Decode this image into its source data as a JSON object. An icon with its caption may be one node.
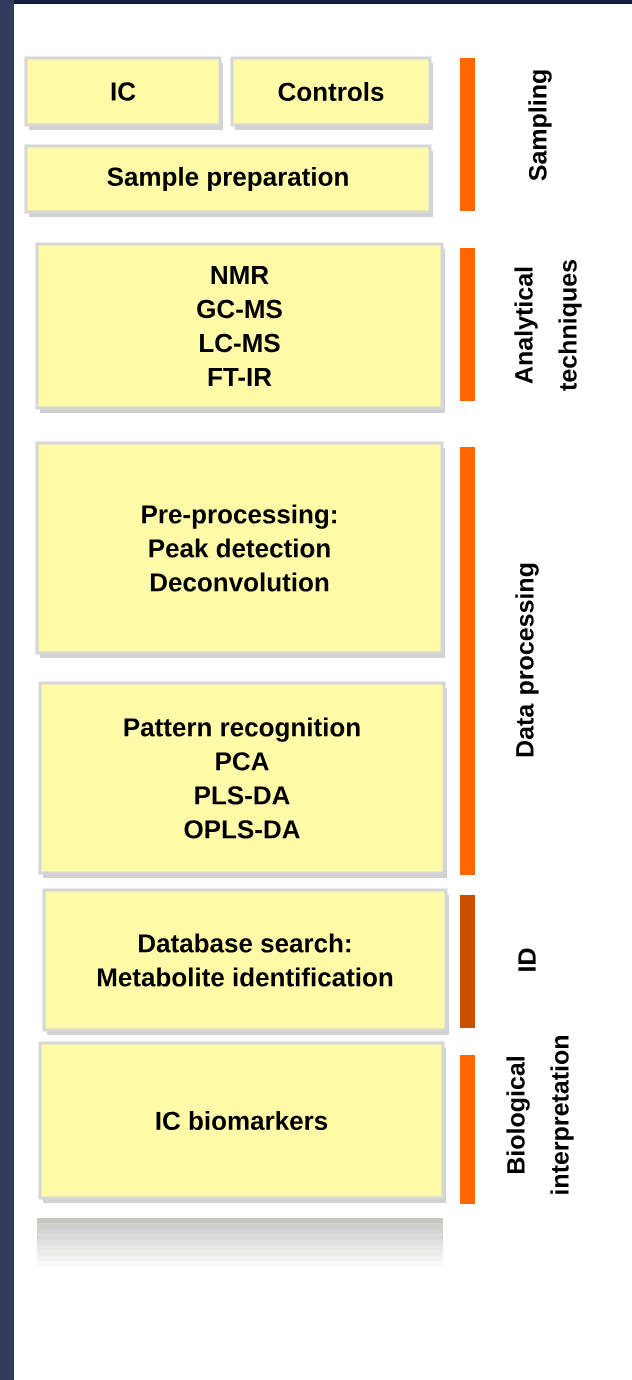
{
  "diagram": {
    "nodes": [
      {
        "text": [
          "IC"
        ]
      },
      {
        "text": [
          "Controls"
        ]
      },
      {
        "text": [
          "Sample preparation"
        ]
      },
      {
        "text": [
          "NMR",
          "GC-MS",
          "LC-MS",
          "FT-IR"
        ]
      },
      {
        "text": [
          "Pre-processing:",
          "Peak detection",
          "Deconvolution"
        ]
      },
      {
        "text": [
          "Pattern recognition",
          "PCA",
          "PLS-DA",
          "OPLS-DA"
        ]
      },
      {
        "text": [
          "Database search:",
          "Metabolite identification"
        ]
      },
      {
        "text": [
          "IC biomarkers"
        ]
      },
      {
        "text": [
          "Sampling"
        ]
      },
      {
        "text": [
          "Analytical techniques"
        ]
      },
      {
        "text": [
          "Data processing"
        ]
      },
      {
        "text": [
          "ID"
        ]
      },
      {
        "text": [
          "Biological interpretation"
        ]
      }
    ]
  }
}
